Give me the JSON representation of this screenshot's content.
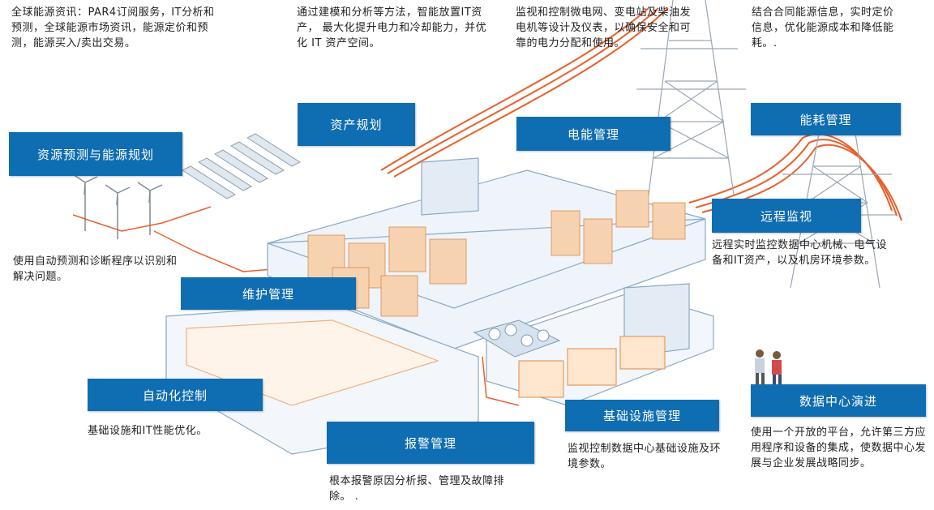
{
  "descriptions": {
    "global_energy": "全球能源资讯：PAR4订阅服务，IT分析和预测，全球能源市场资讯，能源定价和预测，能源买入/卖出交易。",
    "asset_text": "通过建模和分析等方法，智能放置IT资产， 最大化提升电力和冷却能力，并优化 IT 资产空间。",
    "power_text": "监视和控制微电网、变电站及柴油发电机等设计及仪表，以确保安全和可靠的电力分配和使用。",
    "energy_text": "结合合同能源信息，实时定价信息，优化能源成本和降低能耗。.",
    "forecast_text": "使用自动预测和诊断程序以识别和解决问题。",
    "remote_text": "远程实时监控数据中心机械、电气设备和IT资产，以及机房环境参数。",
    "automation_text": "基础设施和IT性能优化。",
    "infra_text": "监视控制数据中心基础设施及环境参数。",
    "alarm_text": "根本报警原因分析报、管理及故障排除。 .",
    "evolution_text": "使用一个开放的平台，允许第三方应用程序和设备的集成，使数据中心发展与企业发展战略同步。"
  },
  "labels": {
    "energy_planning": "资源预测与能源规划",
    "asset_planning": "资产规划",
    "power_management": "电能管理",
    "energy_management": "能耗管理",
    "remote_monitoring": "远程监视",
    "maintenance": "维护管理",
    "automation": "自动化控制",
    "alarm": "报警管理",
    "infrastructure": "基础设施管理",
    "evolution": "数据中心演进"
  },
  "colors": {
    "box_blue": "#0f6db2",
    "power_line": "#e8602c",
    "equipment_orange": "#f4a460",
    "building_blue": "#b9d3ea"
  }
}
